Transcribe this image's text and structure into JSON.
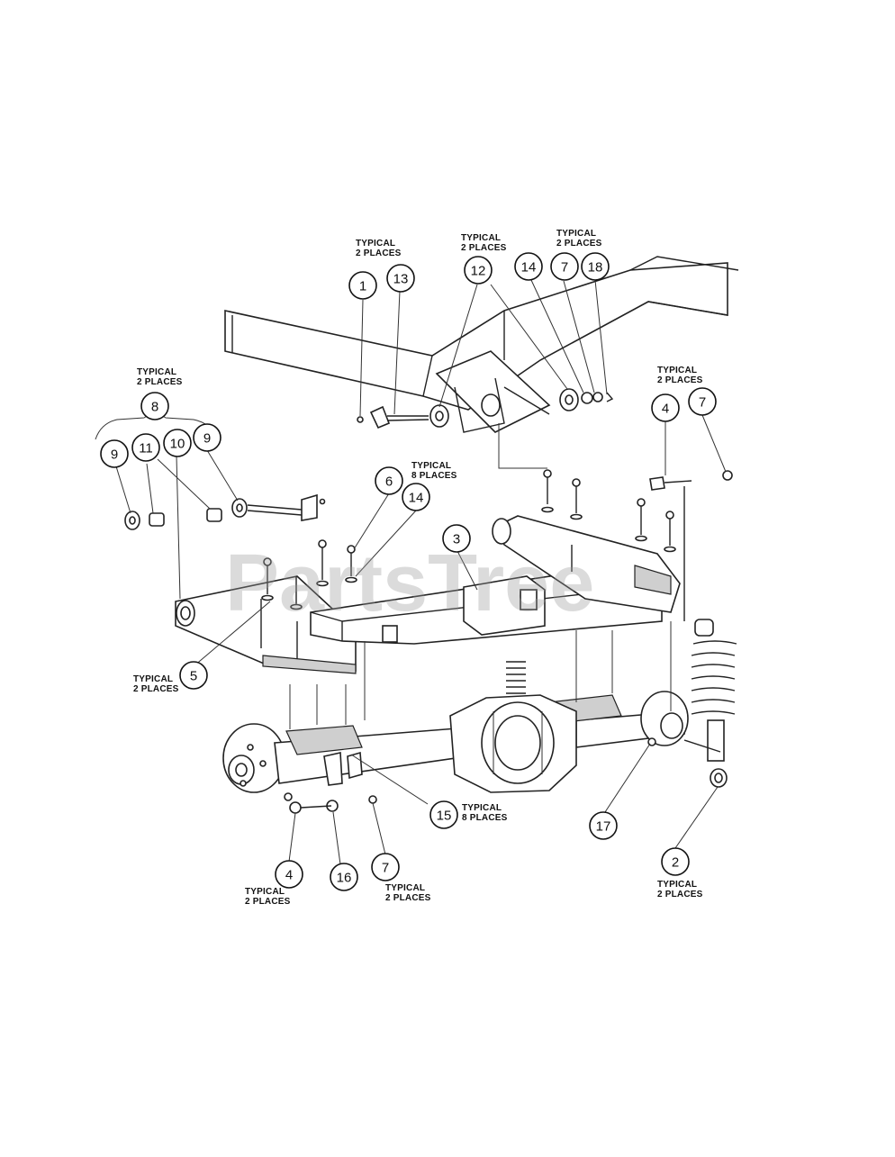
{
  "watermark": "PartsTree",
  "callouts": [
    {
      "id": "c1",
      "label": "1"
    },
    {
      "id": "c13",
      "label": "13"
    },
    {
      "id": "c12",
      "label": "12"
    },
    {
      "id": "c14a",
      "label": "14"
    },
    {
      "id": "c7a",
      "label": "7"
    },
    {
      "id": "c18",
      "label": "18"
    },
    {
      "id": "c8",
      "label": "8"
    },
    {
      "id": "c9a",
      "label": "9"
    },
    {
      "id": "c11",
      "label": "11"
    },
    {
      "id": "c10",
      "label": "10"
    },
    {
      "id": "c9b",
      "label": "9"
    },
    {
      "id": "c6",
      "label": "6"
    },
    {
      "id": "c14b",
      "label": "14"
    },
    {
      "id": "c3",
      "label": "3"
    },
    {
      "id": "c4a",
      "label": "4"
    },
    {
      "id": "c7b",
      "label": "7"
    },
    {
      "id": "c5",
      "label": "5"
    },
    {
      "id": "c15",
      "label": "15"
    },
    {
      "id": "c17",
      "label": "17"
    },
    {
      "id": "c4b",
      "label": "4"
    },
    {
      "id": "c16",
      "label": "16"
    },
    {
      "id": "c7c",
      "label": "7"
    },
    {
      "id": "c2",
      "label": "2"
    }
  ],
  "notes": [
    {
      "id": "n1",
      "line1": "TYPICAL",
      "line2": "2 PLACES"
    },
    {
      "id": "n2",
      "line1": "TYPICAL",
      "line2": "2 PLACES"
    },
    {
      "id": "n3",
      "line1": "TYPICAL",
      "line2": "2 PLACES"
    },
    {
      "id": "n4",
      "line1": "TYPICAL",
      "line2": "2 PLACES"
    },
    {
      "id": "n5",
      "line1": "TYPICAL",
      "line2": "8 PLACES"
    },
    {
      "id": "n6",
      "line1": "TYPICAL",
      "line2": "2 PLACES"
    },
    {
      "id": "n7",
      "line1": "TYPICAL",
      "line2": "2 PLACES"
    },
    {
      "id": "n8",
      "line1": "TYPICAL",
      "line2": "8 PLACES"
    },
    {
      "id": "n9",
      "line1": "TYPICAL",
      "line2": "2 PLACES"
    },
    {
      "id": "n10",
      "line1": "TYPICAL",
      "line2": "2 PLACES"
    },
    {
      "id": "n11",
      "line1": "TYPICAL",
      "line2": "2 PLACES"
    }
  ]
}
